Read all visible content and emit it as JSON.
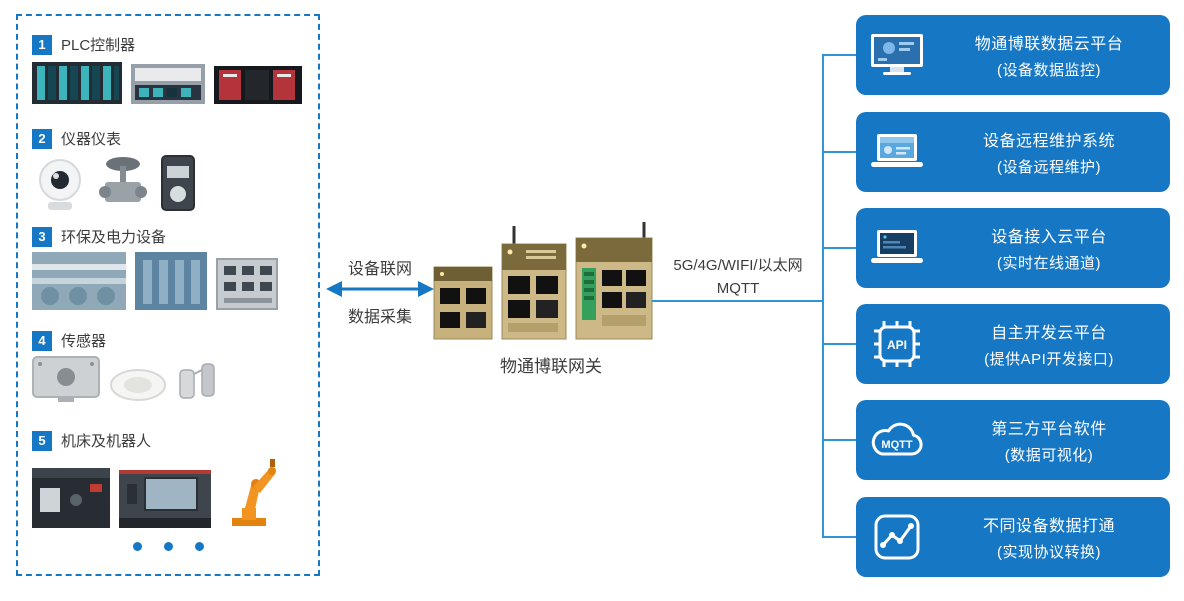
{
  "left_panel": {
    "items": [
      {
        "num": "1",
        "label": "PLC控制器"
      },
      {
        "num": "2",
        "label": "仪器仪表"
      },
      {
        "num": "3",
        "label": "环保及电力设备"
      },
      {
        "num": "4",
        "label": "传感器"
      },
      {
        "num": "5",
        "label": "机床及机器人"
      }
    ]
  },
  "middle": {
    "arrow_top_label": "设备联网",
    "arrow_bottom_label": "数据采集",
    "gateway_label": "物通博联网关",
    "uplink_line1": "5G/4G/WIFI/以太网",
    "uplink_line2": "MQTT"
  },
  "right_panel": {
    "api_icon_text": "API",
    "mqtt_icon_text": "MQTT",
    "boxes": [
      {
        "icon": "cloud-platform-monitor-icon",
        "title": "物通博联数据云平台",
        "subtitle": "(设备数据监控)"
      },
      {
        "icon": "remote-maintenance-laptop-icon",
        "title": "设备远程维护系统",
        "subtitle": "(设备远程维护)"
      },
      {
        "icon": "device-access-laptop-icon",
        "title": "设备接入云平台",
        "subtitle": "(实时在线通道)"
      },
      {
        "icon": "api-chip-icon",
        "title": "自主开发云平台",
        "subtitle": "(提供API开发接口)"
      },
      {
        "icon": "mqtt-cloud-icon",
        "title": "第三方平台软件",
        "subtitle": "(数据可视化)"
      },
      {
        "icon": "line-chart-icon",
        "title": "不同设备数据打通",
        "subtitle": "(实现协议转换)"
      }
    ]
  },
  "colors": {
    "primary_blue": "#1677c4",
    "line_blue": "#2f95d6",
    "text_dark": "#3c3c3c"
  }
}
